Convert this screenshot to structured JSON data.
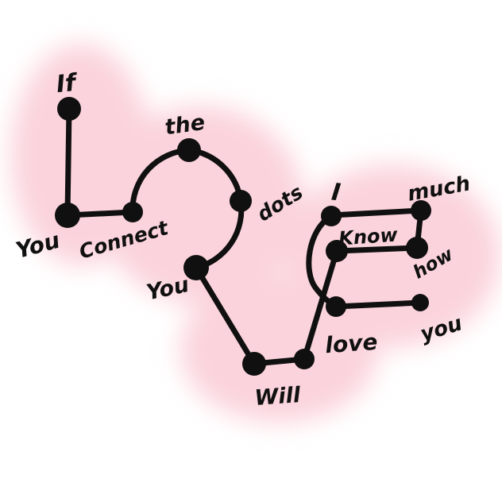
{
  "artwork": {
    "kind": "hand-drawn connect-the-dots love doodle",
    "hidden_word": "LOVE",
    "sentence": "If You Connect the dots You Will know how much I love you",
    "letters": [
      {
        "letter": "L",
        "words": [
          "If",
          "You",
          "Connect"
        ]
      },
      {
        "letter": "O",
        "words": [
          "the",
          "dots",
          "You"
        ]
      },
      {
        "letter": "V",
        "words": [
          "Will"
        ]
      },
      {
        "letter": "E",
        "words": [
          "I",
          "Know",
          "much",
          "how",
          "love",
          "you"
        ]
      }
    ],
    "dot_count": 14
  },
  "colors": {
    "background": "#ffffff",
    "glow": "#fbd3dc",
    "ink": "#101010"
  },
  "labels": {
    "if": "If",
    "you_l": "You",
    "connect": "Connect",
    "the": "the",
    "dots": "dots",
    "you_o": "You",
    "will": "Will",
    "i": "I",
    "know": "Know",
    "much": "much",
    "how": "how",
    "love": "love",
    "you_e": "you"
  }
}
